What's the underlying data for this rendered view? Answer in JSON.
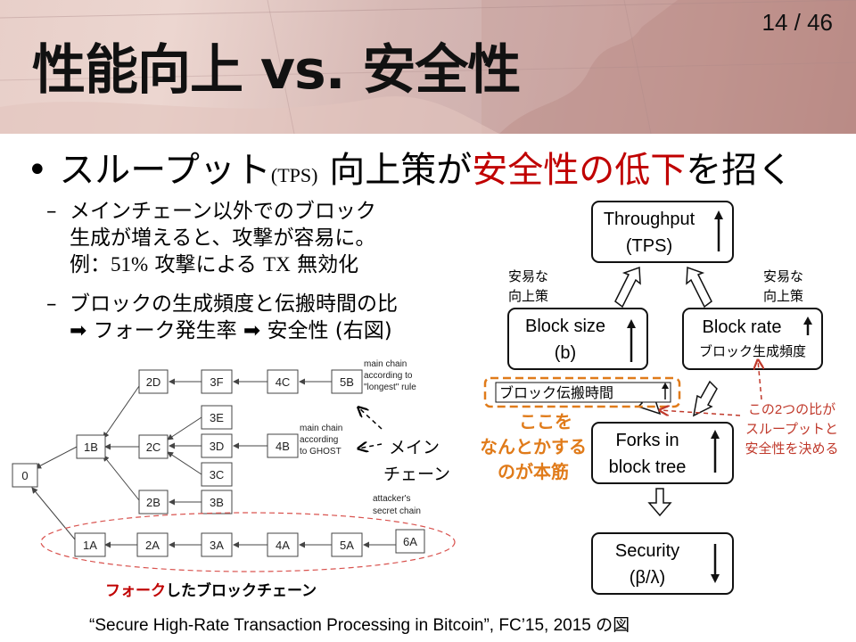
{
  "header": {
    "page_number": "14 / 46",
    "title": "性能向上 vs. 安全性"
  },
  "bullet": {
    "prefix": "スループット",
    "tps": "(TPS)",
    "middle": " 向上策が",
    "red": "安全性の低下",
    "suffix": "を招く"
  },
  "sub1": {
    "line1": "メインチェーン以外でのブロック",
    "line2": "生成が増えると、攻撃が容易に。",
    "line3_a": "例：",
    "line3_b": "51%",
    "line3_c": " 攻撃による ",
    "line3_d": "TX",
    "line3_e": " 無効化"
  },
  "sub2": {
    "line1": "ブロックの生成頻度と伝搬時間の比",
    "line2_arrow1": "➡",
    "line2_a": " フォーク発生率 ",
    "line2_arrow2": "➡",
    "line2_b": " 安全性 (右図)"
  },
  "tree": {
    "blocks": [
      "0",
      "1B",
      "2D",
      "3F",
      "4C",
      "5B",
      "3E",
      "2C",
      "3D",
      "4B",
      "3C",
      "2B",
      "3B",
      "1A",
      "2A",
      "3A",
      "4A",
      "5A",
      "6A"
    ],
    "label_longest": [
      "main chain",
      "according to",
      "\"longest\" rule"
    ],
    "label_ghost": [
      "main chain",
      "according",
      "to GHOST"
    ],
    "label_attacker": [
      "attacker's",
      "secret chain"
    ],
    "main_chain_jp": [
      "メイン",
      "チェーン"
    ],
    "fork_caption_red": "フォーク",
    "fork_caption_rest": "したブロックチェーン"
  },
  "flow": {
    "throughput": [
      "Throughput",
      "(TPS)"
    ],
    "block_size": [
      "Block size",
      "(b)"
    ],
    "block_rate": "Block rate",
    "block_rate_jp": "ブロック生成頻度",
    "propagation": "ブロック伝搬時間",
    "forks": [
      "Forks in",
      "block tree"
    ],
    "security": [
      "Security",
      "(β/λ)"
    ],
    "easy_left": [
      "安易な",
      "向上策"
    ],
    "easy_right": [
      "安易な",
      "向上策"
    ],
    "focus": [
      "ここを",
      "なんとかする",
      "のが本筋"
    ],
    "ratio_note": [
      "この2つの比が",
      "スループットと",
      "安全性を決める"
    ]
  },
  "citation": "“Secure High-Rate Transaction Processing in Bitcoin”, FC’15, 2015 の図",
  "colors": {
    "accent_red": "#c00000",
    "orange": "#e07b1a",
    "dark_red": "#c0392b"
  }
}
